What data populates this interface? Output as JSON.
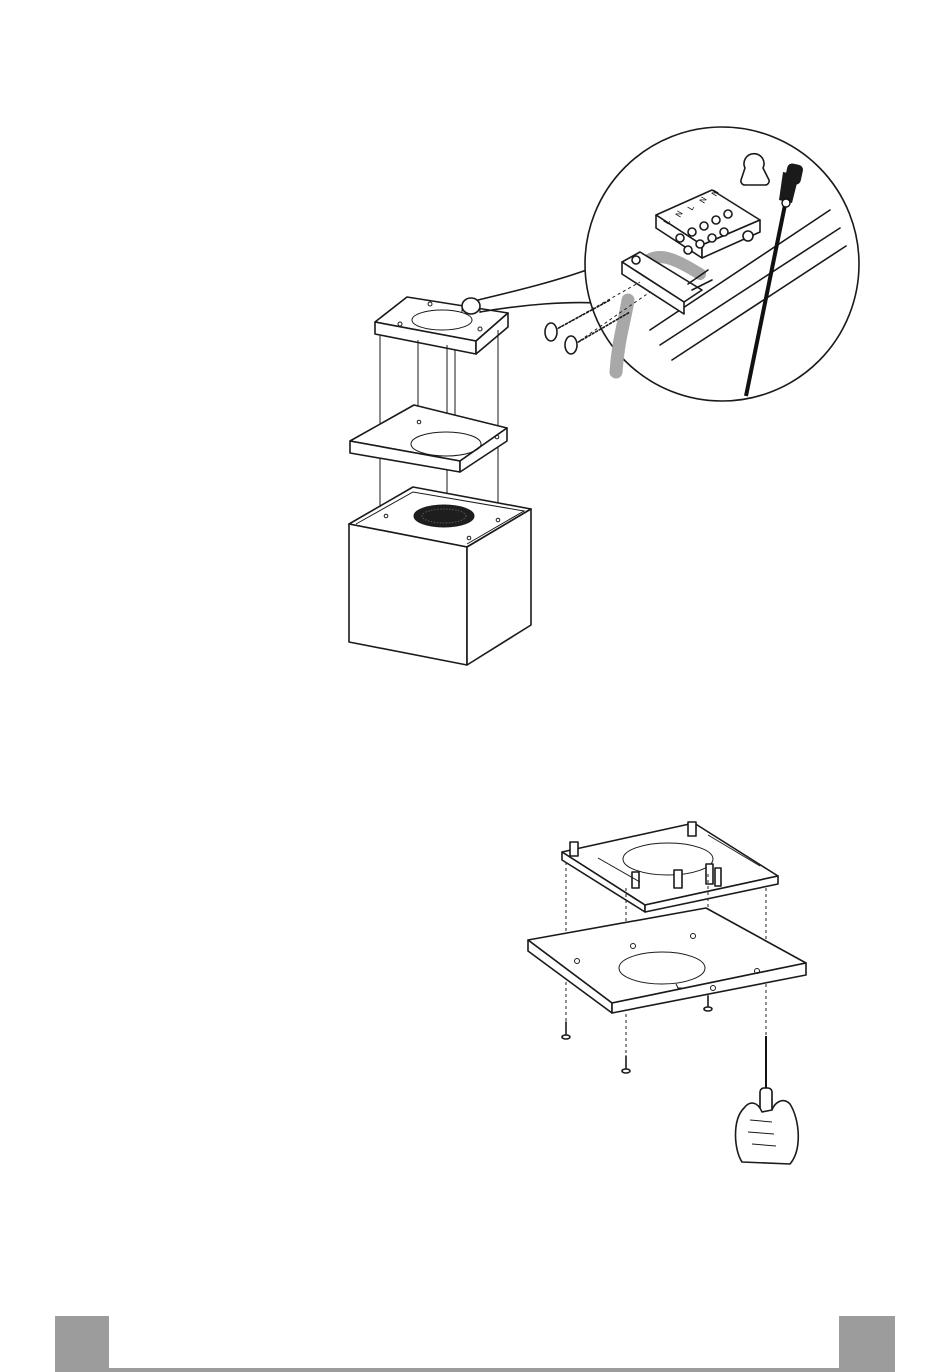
{
  "figure_top": {
    "terminal_labels": [
      "L",
      "N",
      "L",
      "N",
      "N"
    ]
  },
  "figure_bottom": {},
  "footer": {
    "block_color": "#9c9c9c"
  }
}
